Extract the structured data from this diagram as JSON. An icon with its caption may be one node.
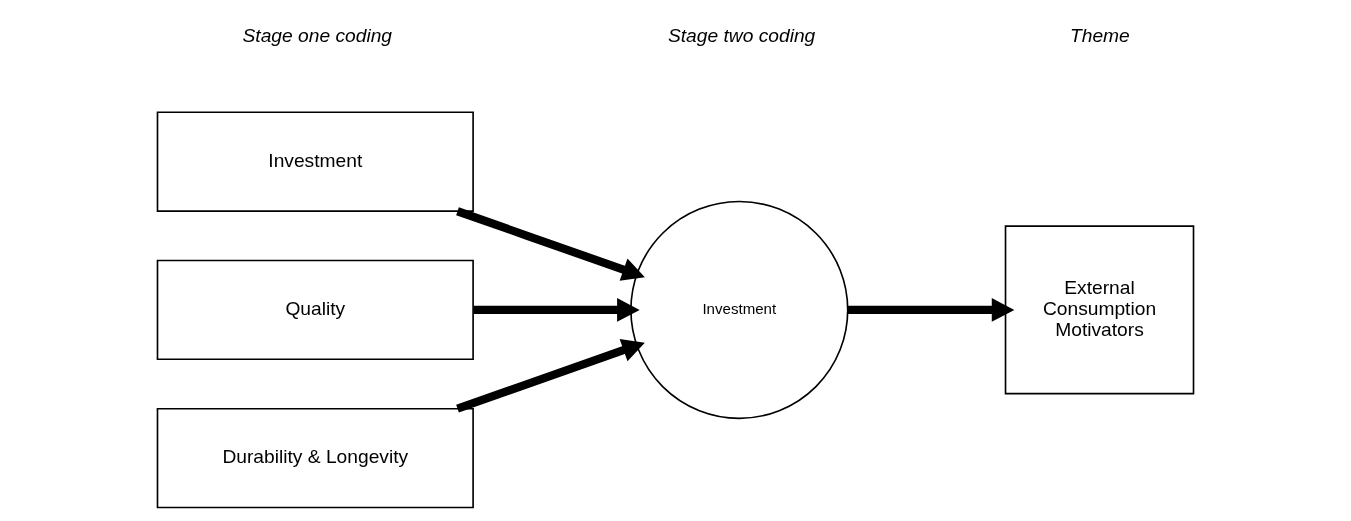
{
  "diagram": {
    "nodes": [
      {
        "text": [
          "Investment"
        ]
      },
      {
        "text": [
          "Quality"
        ]
      },
      {
        "text": [
          "Durability & Longevity"
        ]
      },
      {
        "text": [
          "Investment"
        ]
      },
      {
        "text": [
          "External Consumption Motivators"
        ]
      }
    ],
    "edges": [
      {
        "from": 0,
        "to": 3,
        "arrow": "to"
      },
      {
        "from": 1,
        "to": 3,
        "arrow": "to"
      },
      {
        "from": 2,
        "to": 3,
        "arrow": "to"
      },
      {
        "from": 3,
        "to": 4,
        "arrow": "to"
      }
    ],
    "labels": [
      "Stage one coding",
      "Stage two coding",
      "Theme"
    ]
  }
}
